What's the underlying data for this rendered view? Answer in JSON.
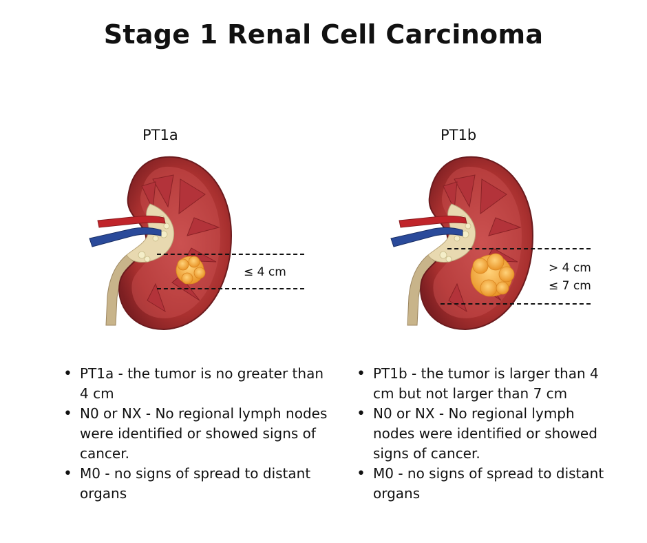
{
  "title": "Stage 1 Renal Cell Carcinoma",
  "left": {
    "label": "PT1a",
    "measure": [
      "≤ 4 cm"
    ],
    "bullets": [
      "PT1a - the tumor is no greater than 4 cm",
      "N0 or NX - No regional lymph nodes were identified or showed signs of cancer.",
      "M0 - no signs of spread to distant organs"
    ]
  },
  "right": {
    "label": "PT1b",
    "measure": [
      "> 4 cm",
      "≤ 7 cm"
    ],
    "bullets": [
      "PT1b - the tumor is larger than 4 cm but not larger than 7 cm",
      "N0 or NX - No regional lymph nodes were identified or showed signs of cancer.",
      "M0 - no signs of spread to distant organs"
    ]
  },
  "colors": {
    "kidney_outer": "#9c2a2e",
    "kidney_inner": "#c44a4a",
    "pyramid": "#b8383a",
    "pelvis": "#e8d9b0",
    "artery": "#c0242a",
    "vein": "#2a4a9a",
    "ureter": "#c8b48a",
    "tumor": "#f2a93a"
  }
}
